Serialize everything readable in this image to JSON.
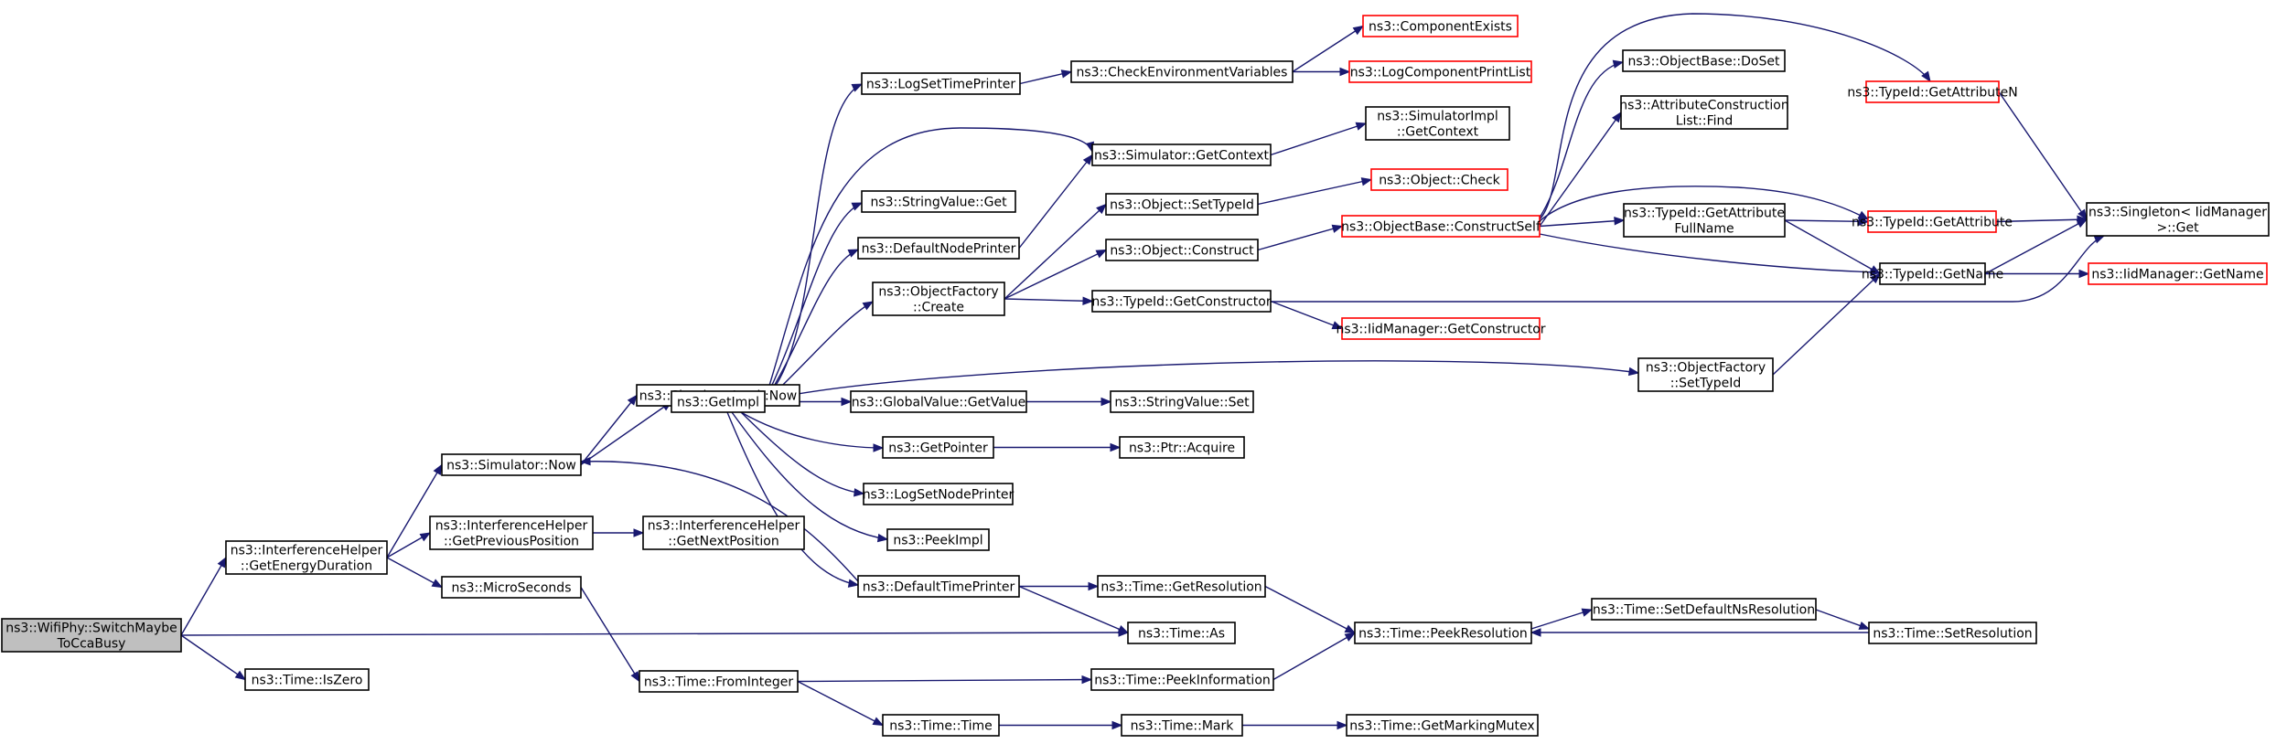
{
  "diagram": {
    "kind": "call graph",
    "colors": {
      "edge": "#191970",
      "node_border": "#000000",
      "truncated_border": "#ff0000",
      "root_fill": "#bfbfbf",
      "background": "#ffffff"
    },
    "nodes": [
      {
        "id": "switchMaybe",
        "lines": [
          "ns3::WifiPhy::SwitchMaybe",
          "ToCcaBusy"
        ],
        "style": "root"
      },
      {
        "id": "getEnergyDuration",
        "lines": [
          "ns3::InterferenceHelper",
          "::GetEnergyDuration"
        ],
        "style": "normal"
      },
      {
        "id": "timeIsZero",
        "lines": [
          "ns3::Time::IsZero"
        ],
        "style": "normal"
      },
      {
        "id": "simulatorNow",
        "lines": [
          "ns3::Simulator::Now"
        ],
        "style": "normal"
      },
      {
        "id": "getPreviousPosition",
        "lines": [
          "ns3::InterferenceHelper",
          "::GetPreviousPosition"
        ],
        "style": "normal"
      },
      {
        "id": "microSeconds",
        "lines": [
          "ns3::MicroSeconds"
        ],
        "style": "normal"
      },
      {
        "id": "getNextPosition",
        "lines": [
          "ns3::InterferenceHelper",
          "::GetNextPosition"
        ],
        "style": "normal"
      },
      {
        "id": "simImplNow",
        "lines": [
          "ns3::SimulatorImpl::Now"
        ],
        "style": "normal"
      },
      {
        "id": "getImpl",
        "lines": [
          "ns3::GetImpl"
        ],
        "style": "normal"
      },
      {
        "id": "timeFromInteger",
        "lines": [
          "ns3::Time::FromInteger"
        ],
        "style": "normal"
      },
      {
        "id": "logSetTimePrinter",
        "lines": [
          "ns3::LogSetTimePrinter"
        ],
        "style": "normal"
      },
      {
        "id": "stringValueGet",
        "lines": [
          "ns3::StringValue::Get"
        ],
        "style": "normal"
      },
      {
        "id": "defaultNodePrinter",
        "lines": [
          "ns3::DefaultNodePrinter"
        ],
        "style": "normal"
      },
      {
        "id": "objectFactoryCreate",
        "lines": [
          "ns3::ObjectFactory",
          "::Create"
        ],
        "style": "normal"
      },
      {
        "id": "globalValueGetValue",
        "lines": [
          "ns3::GlobalValue::GetValue"
        ],
        "style": "normal"
      },
      {
        "id": "getPointer",
        "lines": [
          "ns3::GetPointer"
        ],
        "style": "normal"
      },
      {
        "id": "logSetNodePrinter",
        "lines": [
          "ns3::LogSetNodePrinter"
        ],
        "style": "normal"
      },
      {
        "id": "peekImpl",
        "lines": [
          "ns3::PeekImpl"
        ],
        "style": "normal"
      },
      {
        "id": "defaultTimePrinter",
        "lines": [
          "ns3::DefaultTimePrinter"
        ],
        "style": "normal"
      },
      {
        "id": "timeTime",
        "lines": [
          "ns3::Time::Time"
        ],
        "style": "normal"
      },
      {
        "id": "checkEnvVars",
        "lines": [
          "ns3::CheckEnvironmentVariables"
        ],
        "style": "normal"
      },
      {
        "id": "simulatorGetContext",
        "lines": [
          "ns3::Simulator::GetContext"
        ],
        "style": "normal"
      },
      {
        "id": "objectSetTypeId",
        "lines": [
          "ns3::Object::SetTypeId"
        ],
        "style": "normal"
      },
      {
        "id": "objectConstruct",
        "lines": [
          "ns3::Object::Construct"
        ],
        "style": "normal"
      },
      {
        "id": "typeIdGetConstructor",
        "lines": [
          "ns3::TypeId::GetConstructor"
        ],
        "style": "normal"
      },
      {
        "id": "stringValueSet",
        "lines": [
          "ns3::StringValue::Set"
        ],
        "style": "normal"
      },
      {
        "id": "ptrAcquire",
        "lines": [
          "ns3::Ptr::Acquire"
        ],
        "style": "normal"
      },
      {
        "id": "timeGetResolution",
        "lines": [
          "ns3::Time::GetResolution"
        ],
        "style": "normal"
      },
      {
        "id": "timeAs",
        "lines": [
          "ns3::Time::As"
        ],
        "style": "normal"
      },
      {
        "id": "timePeekInformation",
        "lines": [
          "ns3::Time::PeekInformation"
        ],
        "style": "normal"
      },
      {
        "id": "timeMark",
        "lines": [
          "ns3::Time::Mark"
        ],
        "style": "normal"
      },
      {
        "id": "componentExists",
        "lines": [
          "ns3::ComponentExists"
        ],
        "style": "truncated"
      },
      {
        "id": "logComponentPrintList",
        "lines": [
          "ns3::LogComponentPrintList"
        ],
        "style": "truncated"
      },
      {
        "id": "simImplGetContext",
        "lines": [
          "ns3::SimulatorImpl",
          "::GetContext"
        ],
        "style": "normal"
      },
      {
        "id": "objectCheck",
        "lines": [
          "ns3::Object::Check"
        ],
        "style": "truncated"
      },
      {
        "id": "objectBaseConstructSelf",
        "lines": [
          "ns3::ObjectBase::ConstructSelf"
        ],
        "style": "truncated"
      },
      {
        "id": "iidManagerGetConstructor",
        "lines": [
          "ns3::IidManager::GetConstructor"
        ],
        "style": "truncated"
      },
      {
        "id": "timePeekResolution",
        "lines": [
          "ns3::Time::PeekResolution"
        ],
        "style": "normal"
      },
      {
        "id": "timeGetMarkingMutex",
        "lines": [
          "ns3::Time::GetMarkingMutex"
        ],
        "style": "normal"
      },
      {
        "id": "objectBaseDoSet",
        "lines": [
          "ns3::ObjectBase::DoSet"
        ],
        "style": "normal"
      },
      {
        "id": "attrConstructionListFind",
        "lines": [
          "ns3::AttributeConstruction",
          "List::Find"
        ],
        "style": "normal"
      },
      {
        "id": "typeIdGetAttrFullName",
        "lines": [
          "ns3::TypeId::GetAttribute",
          "FullName"
        ],
        "style": "normal"
      },
      {
        "id": "objectFactorySetTypeId",
        "lines": [
          "ns3::ObjectFactory",
          "::SetTypeId"
        ],
        "style": "normal"
      },
      {
        "id": "timeSetDefaultNsResolution",
        "lines": [
          "ns3::Time::SetDefaultNsResolution"
        ],
        "style": "normal"
      },
      {
        "id": "typeIdGetAttributeN",
        "lines": [
          "ns3::TypeId::GetAttributeN"
        ],
        "style": "truncated"
      },
      {
        "id": "typeIdGetAttribute",
        "lines": [
          "ns3::TypeId::GetAttribute"
        ],
        "style": "truncated"
      },
      {
        "id": "typeIdGetName",
        "lines": [
          "ns3::TypeId::GetName"
        ],
        "style": "normal"
      },
      {
        "id": "timeSetResolution",
        "lines": [
          "ns3::Time::SetResolution"
        ],
        "style": "normal"
      },
      {
        "id": "singletonGet",
        "lines": [
          "ns3::Singleton< IidManager",
          " >::Get"
        ],
        "style": "normal"
      },
      {
        "id": "iidManagerGetName",
        "lines": [
          "ns3::IidManager::GetName"
        ],
        "style": "truncated"
      }
    ],
    "edges": [
      [
        "switchMaybe",
        "getEnergyDuration"
      ],
      [
        "switchMaybe",
        "timeIsZero"
      ],
      [
        "switchMaybe",
        "timeAs"
      ],
      [
        "getEnergyDuration",
        "simulatorNow"
      ],
      [
        "getEnergyDuration",
        "getPreviousPosition"
      ],
      [
        "getEnergyDuration",
        "microSeconds"
      ],
      [
        "getPreviousPosition",
        "getNextPosition"
      ],
      [
        "simulatorNow",
        "simImplNow"
      ],
      [
        "simulatorNow",
        "getImpl"
      ],
      [
        "microSeconds",
        "timeFromInteger"
      ],
      [
        "getImpl",
        "logSetTimePrinter"
      ],
      [
        "getImpl",
        "simulatorGetContext"
      ],
      [
        "getImpl",
        "stringValueGet"
      ],
      [
        "getImpl",
        "defaultNodePrinter"
      ],
      [
        "getImpl",
        "objectFactoryCreate"
      ],
      [
        "getImpl",
        "objectFactorySetTypeId"
      ],
      [
        "getImpl",
        "globalValueGetValue"
      ],
      [
        "getImpl",
        "getPointer"
      ],
      [
        "getImpl",
        "logSetNodePrinter"
      ],
      [
        "getImpl",
        "peekImpl"
      ],
      [
        "getImpl",
        "defaultTimePrinter"
      ],
      [
        "logSetTimePrinter",
        "checkEnvVars"
      ],
      [
        "checkEnvVars",
        "componentExists"
      ],
      [
        "checkEnvVars",
        "logComponentPrintList"
      ],
      [
        "simulatorGetContext",
        "simImplGetContext"
      ],
      [
        "defaultNodePrinter",
        "simulatorGetContext"
      ],
      [
        "objectFactoryCreate",
        "objectSetTypeId"
      ],
      [
        "objectFactoryCreate",
        "objectConstruct"
      ],
      [
        "objectFactoryCreate",
        "typeIdGetConstructor"
      ],
      [
        "objectSetTypeId",
        "objectCheck"
      ],
      [
        "objectConstruct",
        "objectBaseConstructSelf"
      ],
      [
        "typeIdGetConstructor",
        "iidManagerGetConstructor"
      ],
      [
        "typeIdGetConstructor",
        "singletonGet"
      ],
      [
        "objectBaseConstructSelf",
        "objectBaseDoSet"
      ],
      [
        "objectBaseConstructSelf",
        "attrConstructionListFind"
      ],
      [
        "objectBaseConstructSelf",
        "typeIdGetAttributeN"
      ],
      [
        "objectBaseConstructSelf",
        "typeIdGetAttribute"
      ],
      [
        "objectBaseConstructSelf",
        "typeIdGetAttrFullName"
      ],
      [
        "objectBaseConstructSelf",
        "typeIdGetName"
      ],
      [
        "typeIdGetAttrFullName",
        "typeIdGetAttribute"
      ],
      [
        "typeIdGetAttrFullName",
        "typeIdGetName"
      ],
      [
        "typeIdGetAttributeN",
        "singletonGet"
      ],
      [
        "typeIdGetAttribute",
        "singletonGet"
      ],
      [
        "typeIdGetName",
        "singletonGet"
      ],
      [
        "typeIdGetName",
        "iidManagerGetName"
      ],
      [
        "objectFactorySetTypeId",
        "typeIdGetName"
      ],
      [
        "globalValueGetValue",
        "stringValueSet"
      ],
      [
        "getPointer",
        "ptrAcquire"
      ],
      [
        "defaultTimePrinter",
        "simulatorNow"
      ],
      [
        "defaultTimePrinter",
        "timeGetResolution"
      ],
      [
        "defaultTimePrinter",
        "timeAs"
      ],
      [
        "timeGetResolution",
        "timePeekResolution"
      ],
      [
        "timeFromInteger",
        "timePeekInformation"
      ],
      [
        "timeFromInteger",
        "timeTime"
      ],
      [
        "timePeekInformation",
        "timePeekResolution"
      ],
      [
        "timeTime",
        "timeMark"
      ],
      [
        "timeMark",
        "timeGetMarkingMutex"
      ],
      [
        "timePeekResolution",
        "timeSetDefaultNsResolution"
      ],
      [
        "timeSetDefaultNsResolution",
        "timeSetResolution"
      ],
      [
        "timeSetResolution",
        "timePeekResolution"
      ]
    ]
  }
}
